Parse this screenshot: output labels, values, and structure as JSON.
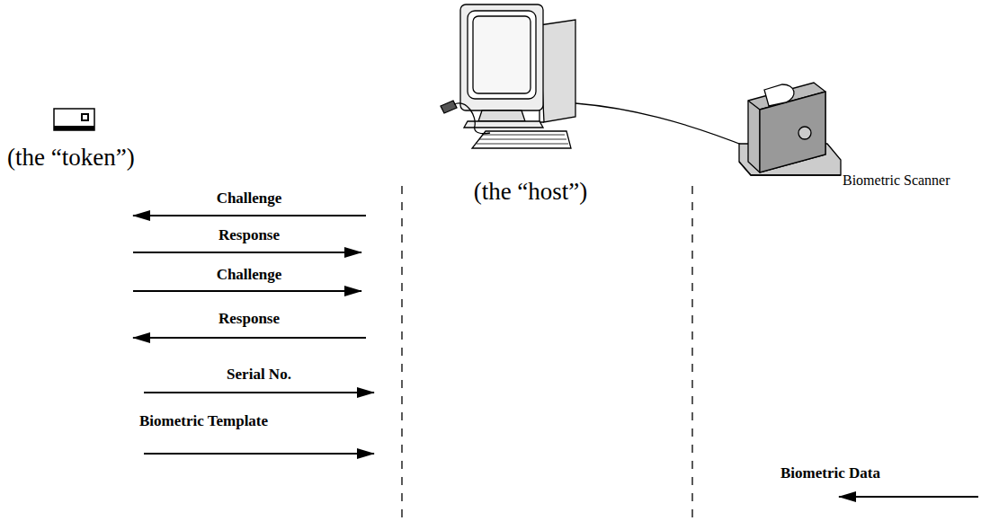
{
  "diagram": {
    "labels": [
      "(the “token”)",
      "(the “host”)",
      "Biometric Scanner",
      "Challenge",
      "Response",
      "Challenge",
      "Response",
      "Serial No.",
      "Biometric Template",
      "Biometric Data"
    ]
  }
}
